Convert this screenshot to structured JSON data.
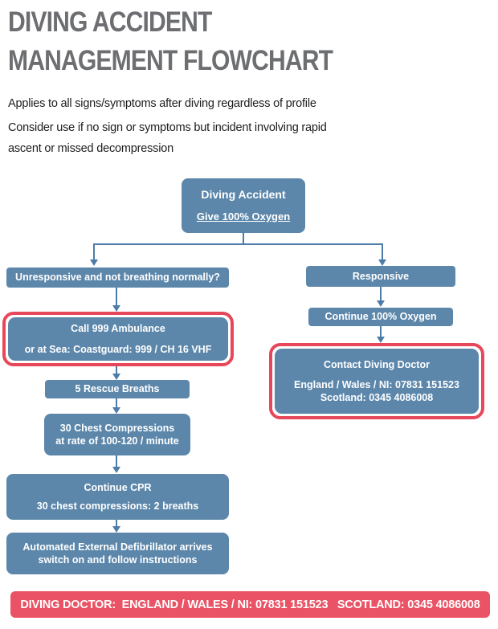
{
  "header": {
    "title_line1": "DIVING ACCIDENT",
    "title_line2": "MANAGEMENT FLOWCHART",
    "intro_line1": "Applies to all signs/symptoms after diving regardless of profile",
    "intro_line2": "Consider use if no sign or symptoms but incident involving rapid",
    "intro_line3": "ascent or missed decompression"
  },
  "flowchart": {
    "start": {
      "line1": "Diving Accident",
      "line2": "Give 100% Oxygen"
    },
    "left": {
      "unresponsive": "Unresponsive and not breathing normally?",
      "call999_line1": "Call 999 Ambulance",
      "call999_line2": "or at Sea: Coastguard: 999 / CH 16 VHF",
      "rescue_breaths": "5 Rescue Breaths",
      "compressions_line1": "30 Chest Compressions",
      "compressions_line2": "at rate of 100-120 / minute",
      "cpr_line1": "Continue CPR",
      "cpr_line2": "30 chest compressions: 2 breaths",
      "aed_line1": "Automated External Defibrillator arrives",
      "aed_line2": "switch on and follow instructions"
    },
    "right": {
      "responsive": "Responsive",
      "continue_oxygen": "Continue 100% Oxygen",
      "doctor_line1": "Contact Diving Doctor",
      "doctor_line2": "England / Wales / NI: 07831 151523",
      "doctor_line3": "Scotland: 0345 4086008"
    }
  },
  "footer": {
    "banner": "DIVING DOCTOR:  ENGLAND / WALES / NI: 07831 151523   SCOTLAND: 0345 4086008"
  },
  "colors": {
    "box_blue": "#5c87ab",
    "connector_blue": "#4e7ca8",
    "alert_red_border": "#e7475a",
    "banner_red": "#e95365",
    "title_gray": "#6d6e71",
    "body_text": "#1d1d1f"
  }
}
